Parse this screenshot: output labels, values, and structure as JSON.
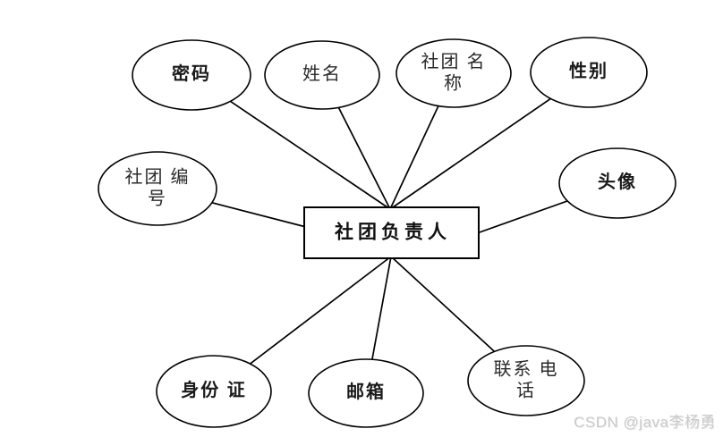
{
  "diagram": {
    "title_entity": "社团负责人",
    "nodes": {
      "entity": "社团负责人",
      "password": "密码",
      "name": "姓名",
      "club_name": "社团 名\n称",
      "gender": "性别",
      "club_code": "社团 编\n号",
      "avatar": "头像",
      "id_card": "身份 证",
      "email": "邮箱",
      "phone": "联系 电\n话"
    },
    "edges": [
      {
        "from": "password",
        "to": "entity"
      },
      {
        "from": "name",
        "to": "entity"
      },
      {
        "from": "club_name",
        "to": "entity"
      },
      {
        "from": "gender",
        "to": "entity"
      },
      {
        "from": "club_code",
        "to": "entity"
      },
      {
        "from": "avatar",
        "to": "entity"
      },
      {
        "from": "id_card",
        "to": "entity"
      },
      {
        "from": "email",
        "to": "entity"
      },
      {
        "from": "phone",
        "to": "entity"
      }
    ],
    "colors": {
      "line": "#000000",
      "shape_fill": "#ffffff",
      "text": "#1a1a1a",
      "watermark_text": "#c9c9c9",
      "background": "#ffffff"
    },
    "watermark": "CSDN @java李杨勇"
  }
}
